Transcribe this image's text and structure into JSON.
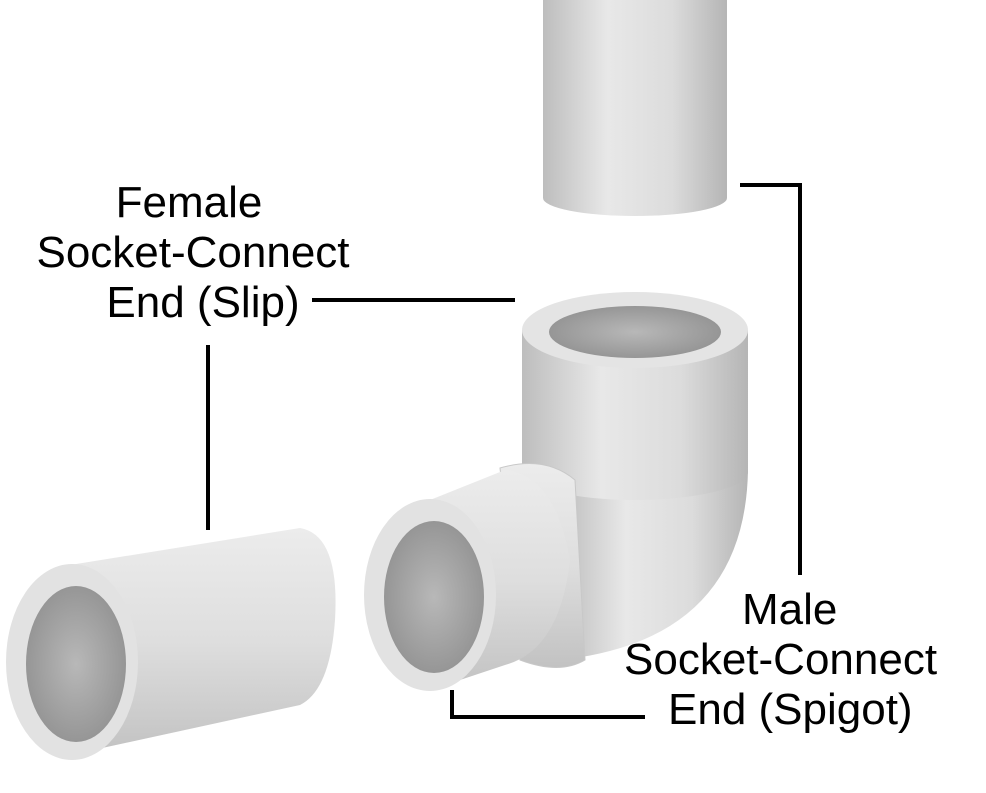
{
  "labels": {
    "female": {
      "line1": "Female",
      "line2": "Socket-Connect",
      "line3": "End (Slip)"
    },
    "male": {
      "line1": "Male",
      "line2": "Socket-Connect",
      "line3": "End (Spigot)"
    }
  },
  "colors": {
    "pipe_light": "#e6e6e6",
    "pipe_mid": "#cfcfcf",
    "pipe_dark": "#9c9c9c",
    "leader_line": "#000000"
  }
}
